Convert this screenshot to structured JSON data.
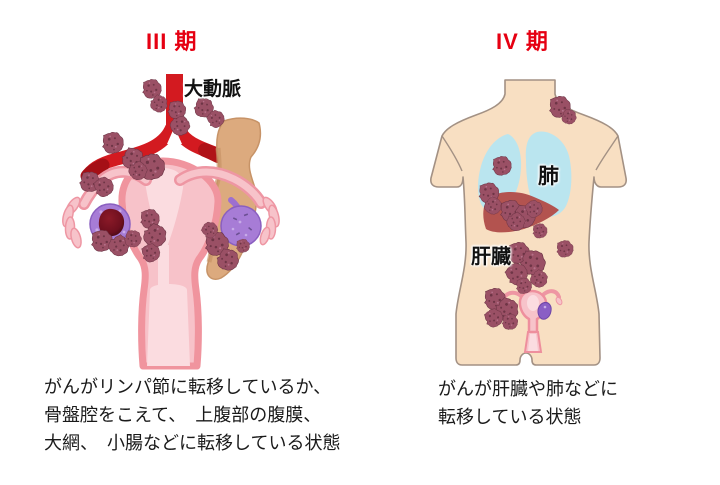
{
  "colors": {
    "title-red": "#e60012",
    "text": "#1a1a1a",
    "tumor": "#9a5065",
    "tumor-dark": "#6e3546",
    "tumor-light": "#b5718a",
    "aorta": "#d31a20",
    "aorta-dark": "#a50f16",
    "uterus-fill": "#f7c2c9",
    "uterus-rim": "#f0949e",
    "uterus-inner": "#fbdce0",
    "tube-fill": "#f7c3ca",
    "tube-rim": "#ee96a3",
    "ovary": "#a77cd6",
    "ovary-rim": "#8a5fc0",
    "ovary-core": "#6d0f1e",
    "bowel": "#dcaa7e",
    "bowel-shade": "#c79367",
    "skin": "#f8dfc2",
    "skin-line": "#a39184",
    "lung": "#bae5ef",
    "liver": "#b3534f"
  },
  "left_panel": {
    "title": "III 期",
    "aorta_label": "大動脈",
    "caption_lines": [
      "がんがリンパ節に転移しているか、",
      "骨盤腔をこえて、　上腹部の腹膜、",
      "大網、　小腸などに転移している状態"
    ]
  },
  "right_panel": {
    "title": "IV 期",
    "lung_label": "肺",
    "liver_label": "肝臓",
    "caption_lines": [
      "がんが肝臓や肺などに",
      "転移している状態"
    ]
  }
}
